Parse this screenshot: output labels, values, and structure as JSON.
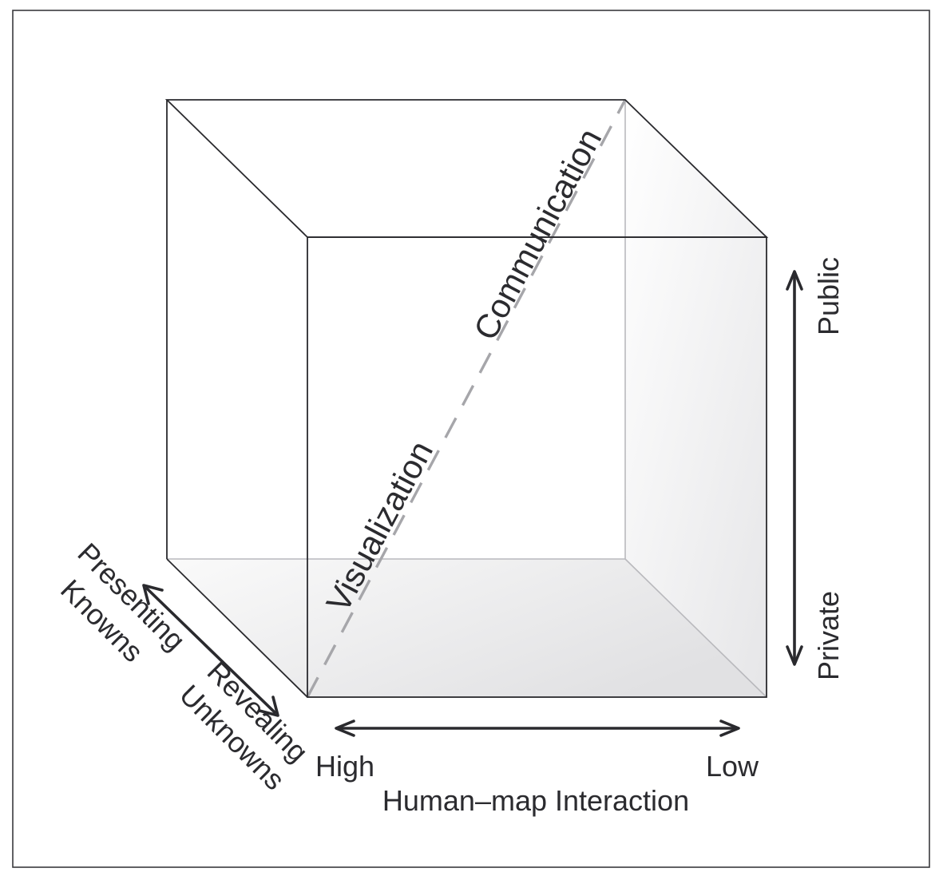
{
  "labels": {
    "communication": "Communication",
    "visualization": "Visualization",
    "public": "Public",
    "private": "Private",
    "high": "High",
    "low": "Low",
    "x_axis_title": "Human–map Interaction",
    "presenting": "Presenting",
    "knowns": "Knowns",
    "revealing": "Revealing",
    "unknowns": "Unknowns"
  },
  "colors": {
    "stroke": "#2a2a2e",
    "hidden_edge": "#b9b9bd",
    "diagonal": "#a6a6aa",
    "text": "#2b2b2f"
  }
}
